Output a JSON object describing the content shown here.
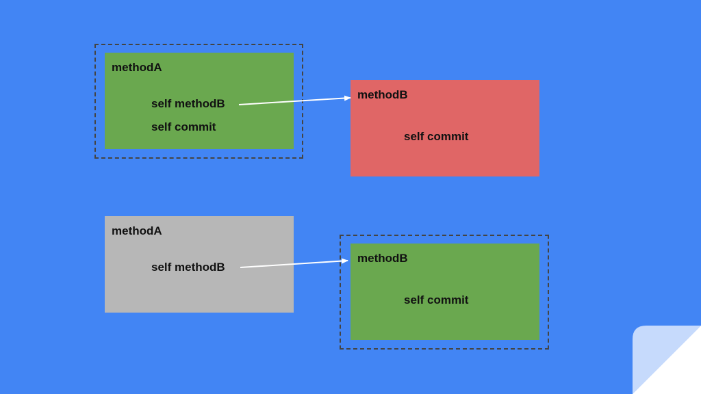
{
  "colors": {
    "background": "#4285f4",
    "active": "#6aa84f",
    "error": "#e06666",
    "inactive": "#b7b7b7",
    "arrow": "#ffffff"
  },
  "top": {
    "method_a": {
      "title": "methodA",
      "line1": "self methodB",
      "line2": "self commit"
    },
    "method_b": {
      "title": "methodB",
      "line1": "self commit"
    }
  },
  "bottom": {
    "method_a": {
      "title": "methodA",
      "line1": "self methodB"
    },
    "method_b": {
      "title": "methodB",
      "line1": "self commit"
    }
  }
}
